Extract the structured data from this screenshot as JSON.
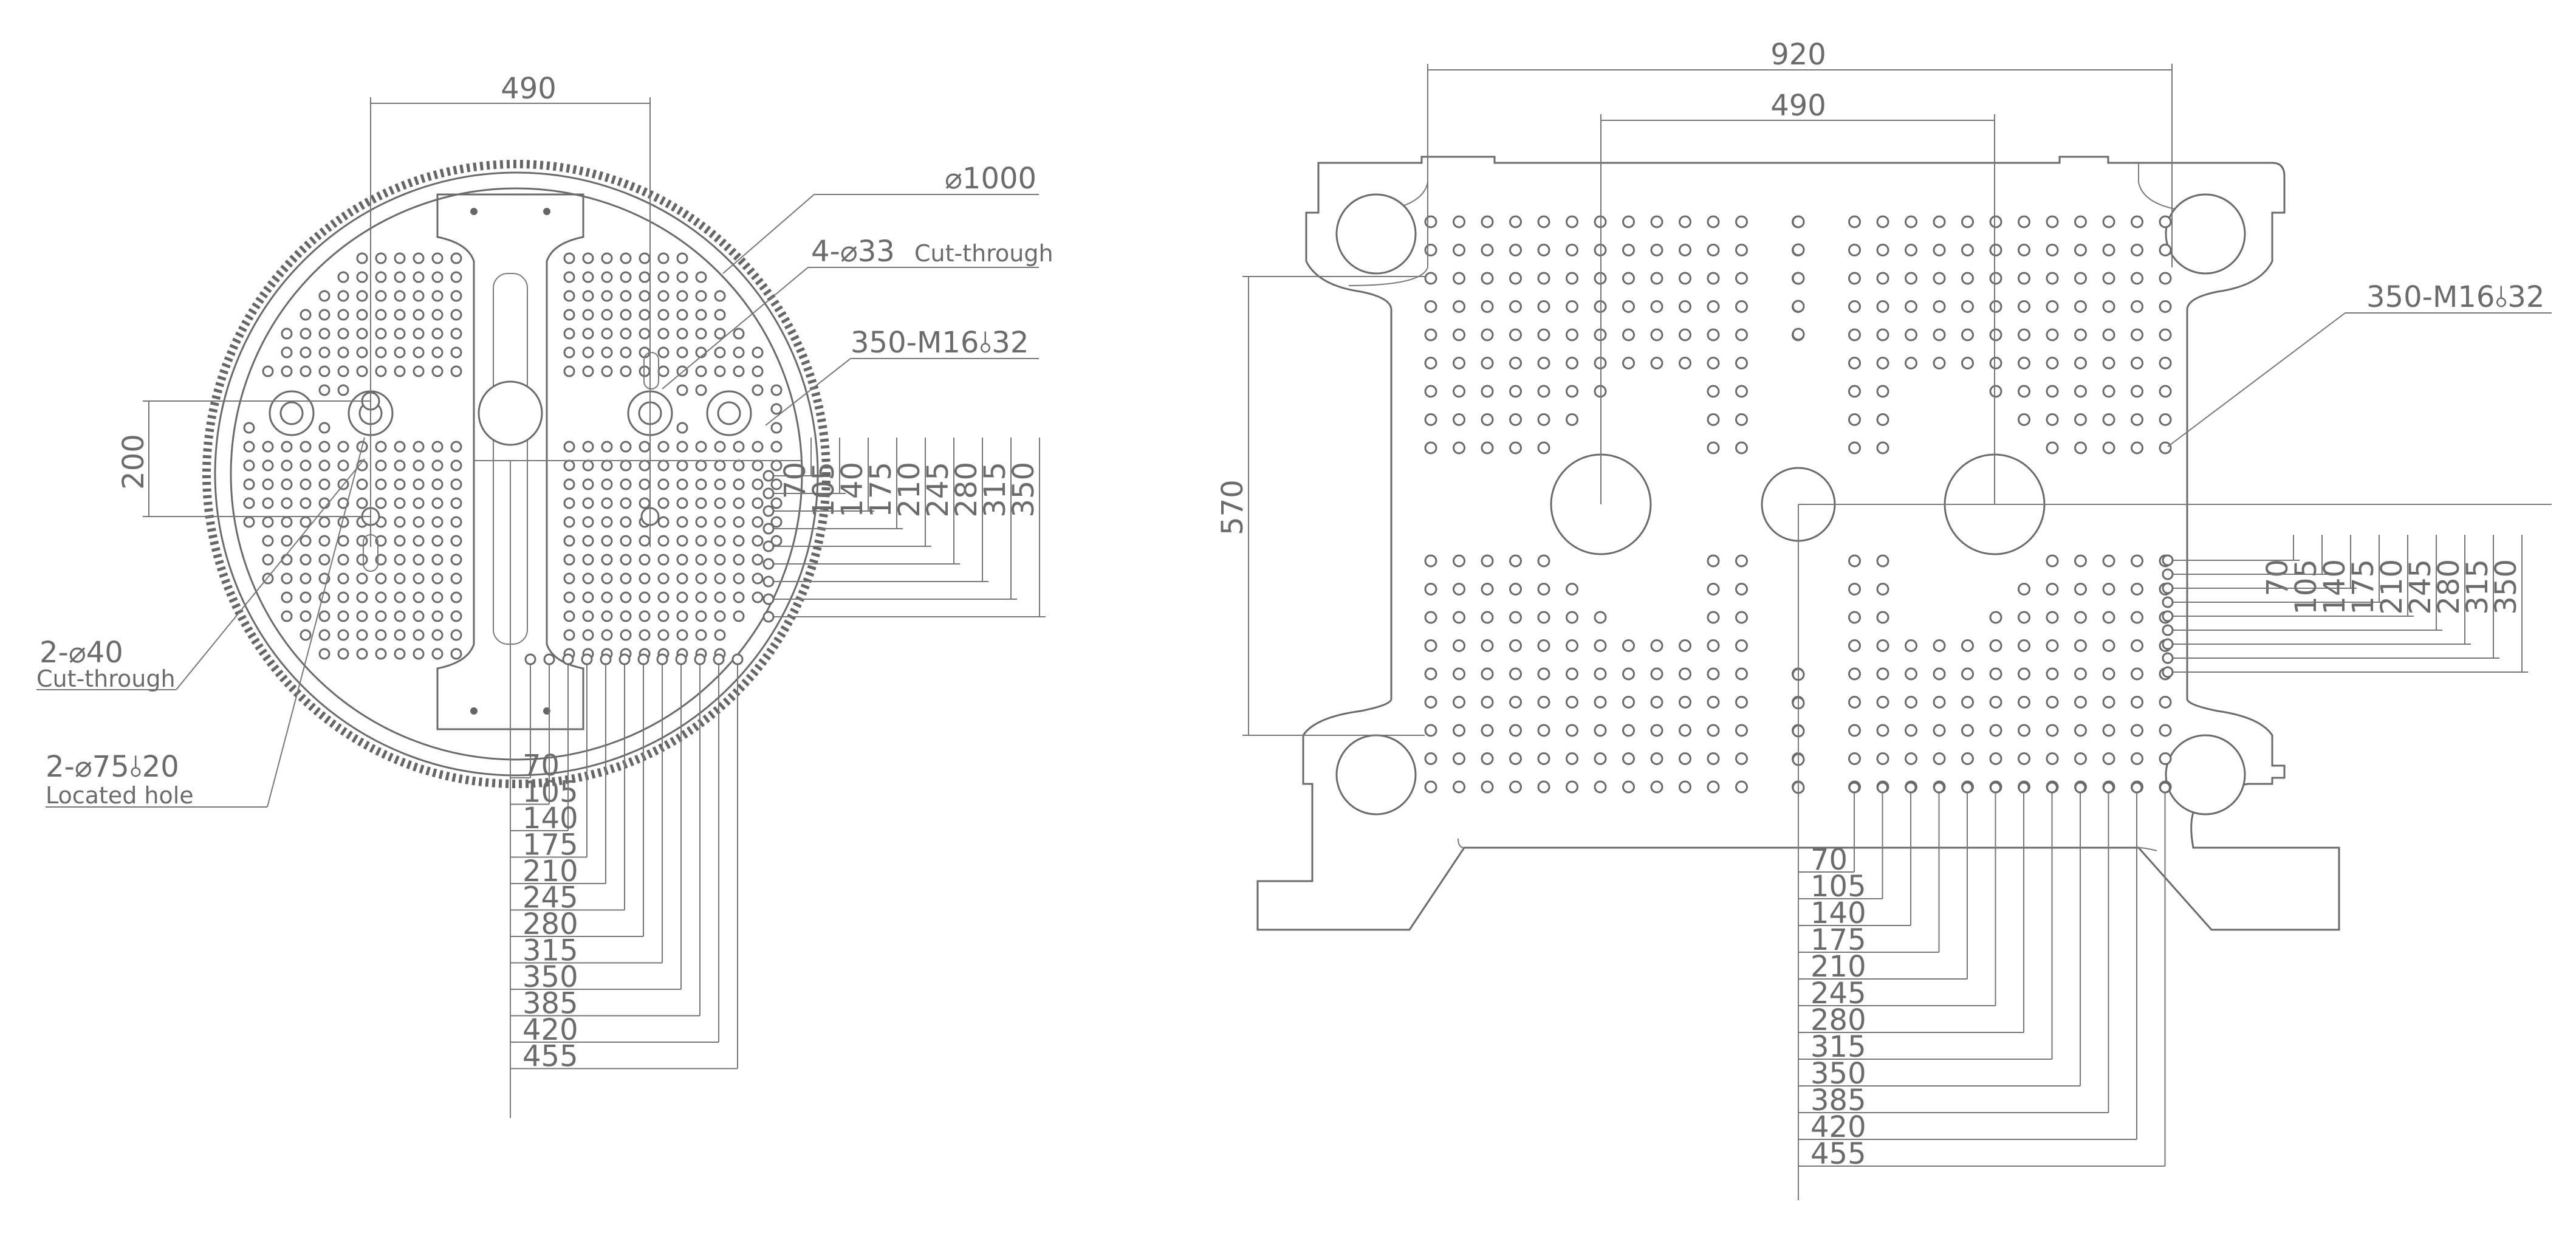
{
  "round_plate": {
    "dim_top": "490",
    "dim_left": "200",
    "callout_diameter": "⌀1000",
    "callout_cut": "4-⌀33",
    "callout_cut_suffix": "Cut-through",
    "callout_thread": "350-M16⫰32",
    "callout_hole40": "2-⌀40",
    "callout_hole40_sub": "Cut-through",
    "callout_hole75": "2-⌀75⫰20",
    "callout_hole75_sub": "Located hole",
    "right_dims": [
      "70",
      "105",
      "140",
      "175",
      "210",
      "245",
      "280",
      "315",
      "350"
    ],
    "bottom_dims": [
      "70",
      "105",
      "140",
      "175",
      "210",
      "245",
      "280",
      "315",
      "350",
      "385",
      "420",
      "455"
    ]
  },
  "rect_plate": {
    "dim_top_outer": "920",
    "dim_top_inner": "490",
    "dim_left": "570",
    "callout_thread": "350-M16⫰32",
    "right_dims": [
      "70",
      "105",
      "140",
      "175",
      "210",
      "245",
      "280",
      "315",
      "350"
    ],
    "bottom_dims": [
      "70",
      "105",
      "140",
      "175",
      "210",
      "245",
      "280",
      "315",
      "350",
      "385",
      "420",
      "455"
    ]
  }
}
